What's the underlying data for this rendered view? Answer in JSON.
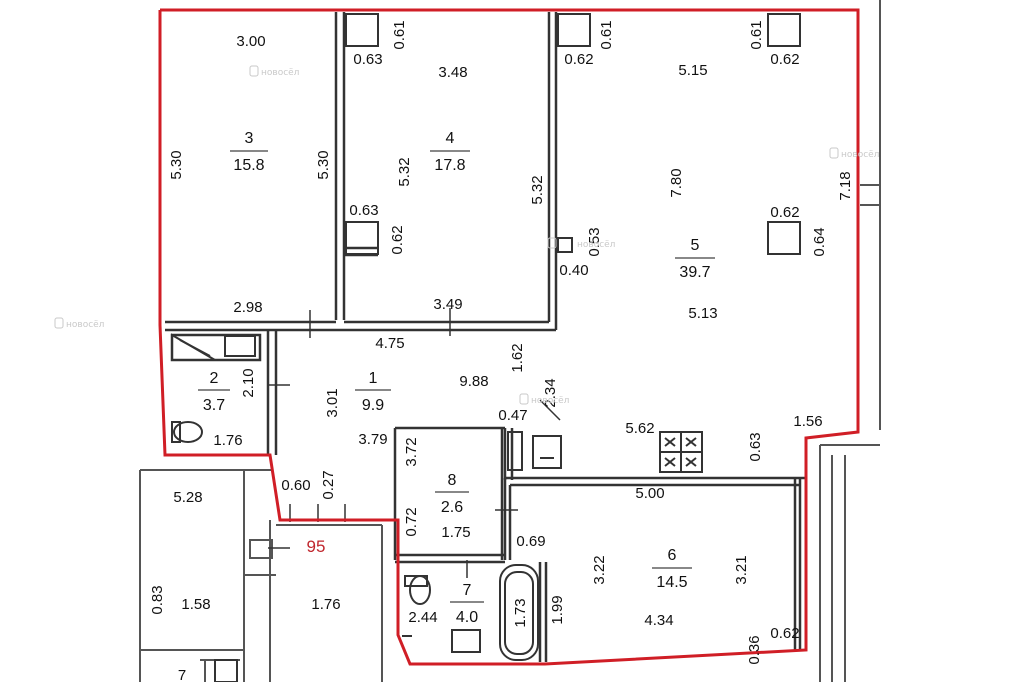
{
  "colors": {
    "outline": "#d01e26",
    "wall": "#333333",
    "apt_number": "#c0262d",
    "watermark": "#c9c9c9"
  },
  "apartment_number": "95",
  "watermark_text": "новосёл",
  "rooms": [
    {
      "number": "3",
      "area": "15.8"
    },
    {
      "number": "4",
      "area": "17.8"
    },
    {
      "number": "5",
      "area": "39.7"
    },
    {
      "number": "2",
      "area": "3.7"
    },
    {
      "number": "1",
      "area": "9.9"
    },
    {
      "number": "8",
      "area": "2.6"
    },
    {
      "number": "7",
      "area": "4.0"
    },
    {
      "number": "6",
      "area": "14.5"
    }
  ],
  "dimensions": {
    "r3_top": "3.00",
    "r3_left": "5.30",
    "r3_right": "5.30",
    "r3_bottom": "2.98",
    "r4_pillar_a": "0.61",
    "r4_pillar_b": "0.63",
    "r4_top": "3.48",
    "r4_left": "5.32",
    "r4_right": "5.32",
    "r4_col_a": "0.63",
    "r4_col_b": "0.62",
    "r4_bottom": "3.49",
    "r5_pillar_a": "0.61",
    "r5_pillar_b": "0.62",
    "r5_top": "5.15",
    "r5_pillar_c": "0.61",
    "r5_pillar_d": "0.62",
    "r5_center": "7.80",
    "r5_right": "7.18",
    "r5_col_a": "0.62",
    "r5_col_b": "0.64",
    "r5_col_c": "0.53",
    "r5_col_d": "0.40",
    "r5_bottom": "5.13",
    "r1_top": "4.75",
    "r1_a": "1.62",
    "r1_b": "9.88",
    "r1_c": "2.34",
    "r1_d": "0.47",
    "r1_left": "3.01",
    "r1_bottom": "3.79",
    "r2_side": "2.10",
    "r2_bottom": "1.76",
    "r8_left": "3.72",
    "r8_left2": "0.72",
    "r8_bottom": "1.75",
    "kit_a": "5.62",
    "kit_b": "0.63",
    "kit_c": "1.56",
    "r6_top": "5.00",
    "r6_left_a": "0.69",
    "r6_left": "3.22",
    "r6_right": "3.21",
    "r6_a": "1.99",
    "r6_bottom": "4.34",
    "r6_b": "0.36",
    "r6_c": "0.62",
    "r7_left": "2.44",
    "r7_bath": "1.73",
    "hall_a": "0.60",
    "hall_b": "0.27",
    "nb_a": "5.28",
    "nb_b": "0.83",
    "nb_c": "1.58",
    "nb_d": "1.76",
    "nb_e": "7"
  }
}
